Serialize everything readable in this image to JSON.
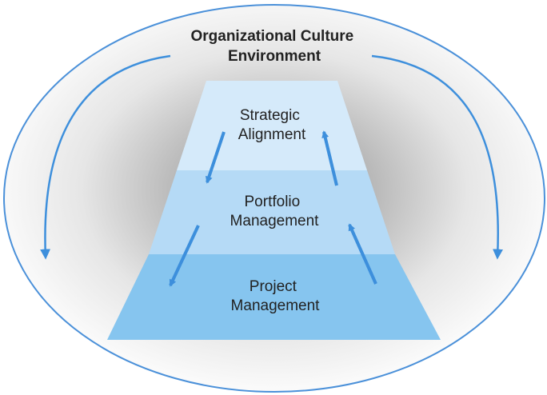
{
  "environment": {
    "title_line1": "Organizational Culture",
    "title_line2": "Environment"
  },
  "levels": [
    {
      "line1": "Strategic",
      "line2": "Alignment"
    },
    {
      "line1": "Portfolio",
      "line2": "Management"
    },
    {
      "line1": "Project",
      "line2": "Management"
    }
  ],
  "colors": {
    "outline": "#4a90d9",
    "arrow": "#3d8fdc",
    "level_top": "#d5eafa",
    "level_mid": "#b5daf6",
    "level_bottom": "#86c5ef",
    "text": "#222222"
  }
}
